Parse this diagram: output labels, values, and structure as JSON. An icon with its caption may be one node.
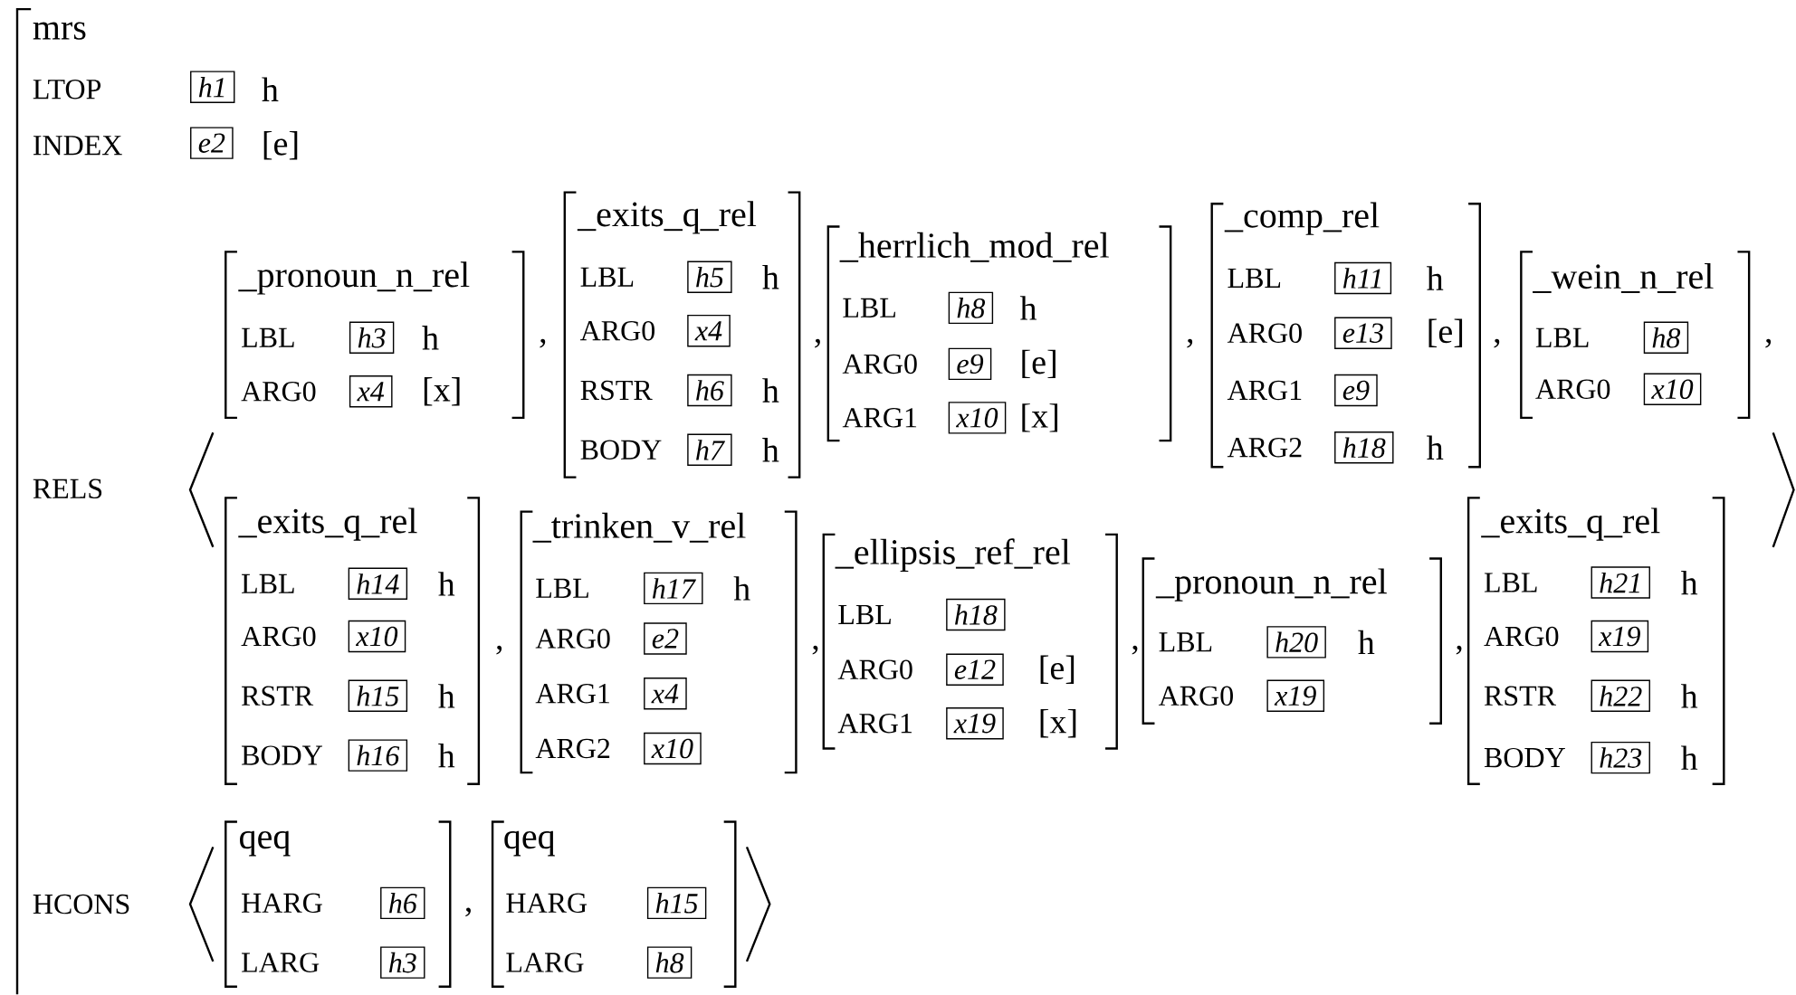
{
  "diagram": {
    "nodes": [
      {
        "text": [
          "mrs",
          "LTOP",
          "h",
          "INDEX",
          "[e]",
          "RELS",
          "HCONS"
        ]
      },
      {
        "text": [
          "h1"
        ],
        "in": 0
      },
      {
        "text": [
          "e2"
        ],
        "in": 0
      },
      {
        "text": [
          "_pronoun_n_rel",
          "LBL",
          "h",
          "ARG0",
          "[x]"
        ],
        "in": 0
      },
      {
        "text": [
          "h3"
        ],
        "in": 3
      },
      {
        "text": [
          "x4"
        ],
        "in": 3
      },
      {
        "text": [
          "_exits_q_rel",
          "LBL",
          "h",
          "ARG0",
          "RSTR",
          "h",
          "BODY",
          "h"
        ],
        "in": 0
      },
      {
        "text": [
          "h5"
        ],
        "in": 6
      },
      {
        "text": [
          "x4"
        ],
        "in": 6
      },
      {
        "text": [
          "h6"
        ],
        "in": 6
      },
      {
        "text": [
          "h7"
        ],
        "in": 6
      },
      {
        "text": [
          "_herrlich_mod_rel",
          "LBL",
          "h",
          "ARG0",
          "[e]",
          "ARG1",
          "[x]"
        ],
        "in": 0
      },
      {
        "text": [
          "h8"
        ],
        "in": 11
      },
      {
        "text": [
          "e9"
        ],
        "in": 11
      },
      {
        "text": [
          "x10"
        ],
        "in": 11
      },
      {
        "text": [
          "_comp_rel",
          "LBL",
          "h",
          "ARG0",
          "[e]",
          "ARG1",
          "ARG2",
          "h"
        ],
        "in": 0
      },
      {
        "text": [
          "h11"
        ],
        "in": 15
      },
      {
        "text": [
          "e13"
        ],
        "in": 15
      },
      {
        "text": [
          "e9"
        ],
        "in": 15
      },
      {
        "text": [
          "h18"
        ],
        "in": 15
      },
      {
        "text": [
          "_wein_n_rel",
          "LBL",
          "ARG0"
        ],
        "in": 0
      },
      {
        "text": [
          "h8"
        ],
        "in": 20
      },
      {
        "text": [
          "x10"
        ],
        "in": 20
      },
      {
        "text": [
          "_exits_q_rel",
          "LBL",
          "h",
          "ARG0",
          "RSTR",
          "h",
          "BODY",
          "h"
        ],
        "in": 0
      },
      {
        "text": [
          "h14"
        ],
        "in": 23
      },
      {
        "text": [
          "x10"
        ],
        "in": 23
      },
      {
        "text": [
          "h15"
        ],
        "in": 23
      },
      {
        "text": [
          "h16"
        ],
        "in": 23
      },
      {
        "text": [
          "_trinken_v_rel",
          "LBL",
          "h",
          "ARG0",
          "ARG1",
          "ARG2"
        ],
        "in": 0
      },
      {
        "text": [
          "h17"
        ],
        "in": 28
      },
      {
        "text": [
          "e2"
        ],
        "in": 28
      },
      {
        "text": [
          "x4"
        ],
        "in": 28
      },
      {
        "text": [
          "x10"
        ],
        "in": 28
      },
      {
        "text": [
          "_ellipsis_ref_rel",
          "LBL",
          "ARG0",
          "[e]",
          "ARG1",
          "[x]"
        ],
        "in": 0
      },
      {
        "text": [
          "h18"
        ],
        "in": 33
      },
      {
        "text": [
          "e12"
        ],
        "in": 33
      },
      {
        "text": [
          "x19"
        ],
        "in": 33
      },
      {
        "text": [
          "_pronoun_n_rel",
          "LBL",
          "h",
          "ARG0"
        ],
        "in": 0
      },
      {
        "text": [
          "h20"
        ],
        "in": 37
      },
      {
        "text": [
          "x19"
        ],
        "in": 37
      },
      {
        "text": [
          "_exits_q_rel",
          "LBL",
          "h",
          "ARG0",
          "RSTR",
          "h",
          "BODY",
          "h"
        ],
        "in": 0
      },
      {
        "text": [
          "h21"
        ],
        "in": 40
      },
      {
        "text": [
          "x19"
        ],
        "in": 40
      },
      {
        "text": [
          "h22"
        ],
        "in": 40
      },
      {
        "text": [
          "h23"
        ],
        "in": 40
      },
      {
        "text": [
          "qeq",
          "HARG",
          "LARG"
        ],
        "in": 0
      },
      {
        "text": [
          "h6"
        ],
        "in": 45
      },
      {
        "text": [
          "h3"
        ],
        "in": 45
      },
      {
        "text": [
          "qeq",
          "HARG",
          "LARG"
        ],
        "in": 0
      },
      {
        "text": [
          "h15"
        ],
        "in": 48
      },
      {
        "text": [
          "h8"
        ],
        "in": 48
      }
    ],
    "labels": [
      ",",
      ",",
      ",",
      ",",
      ",",
      ",",
      ",",
      ",",
      ",",
      ","
    ]
  }
}
